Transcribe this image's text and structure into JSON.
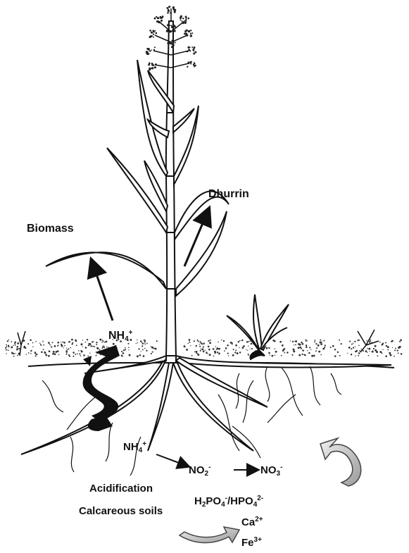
{
  "labels": {
    "dhurrin": "Dhurrin",
    "biomass": "Biomass",
    "ammonium": {
      "base": "NH",
      "sub": "4",
      "sup": "+"
    },
    "nitrite": {
      "base": "NO",
      "sub": "2",
      "sup": "-"
    },
    "nitrate": {
      "base": "NO",
      "sub": "3",
      "sup": "-"
    },
    "acidification": "Acidification",
    "calcareous_soils": "Calcareous soils",
    "phosphate": {
      "a": "H",
      "a_sub": "2",
      "b": "PO",
      "b_sub": "4",
      "b_sup": "-",
      "c": "/HPO",
      "c_sub": "4",
      "c_sup": "2-"
    },
    "calcium": {
      "base": "Ca",
      "sup": "2+"
    },
    "iron": {
      "base": "Fe",
      "sup": "3+"
    }
  },
  "colors": {
    "ink": "#111111",
    "soil_dots": "#333333",
    "cycle_arrow_fill": "#c8c8c8",
    "cycle_arrow_fill_light": "#e2e2e2"
  },
  "icons": [
    "plant-illustration",
    "root-system",
    "soil-surface",
    "black-spiral-arrow",
    "gray-cycle-arrow",
    "up-arrow"
  ]
}
